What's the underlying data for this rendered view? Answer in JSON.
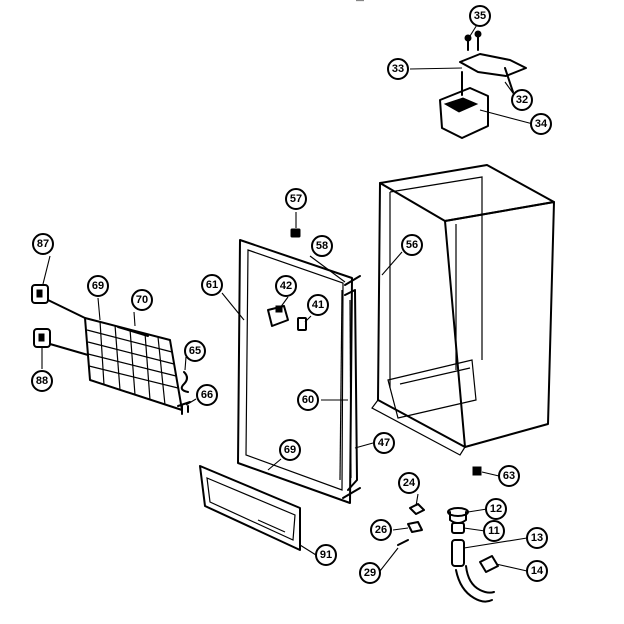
{
  "header_fragment": "—",
  "callouts": [
    {
      "id": "c35",
      "label": "35"
    },
    {
      "id": "c33",
      "label": "33"
    },
    {
      "id": "c32",
      "label": "32"
    },
    {
      "id": "c34",
      "label": "34"
    },
    {
      "id": "c57",
      "label": "57"
    },
    {
      "id": "c58",
      "label": "58"
    },
    {
      "id": "c56",
      "label": "56"
    },
    {
      "id": "c87",
      "label": "87"
    },
    {
      "id": "c69a",
      "label": "69"
    },
    {
      "id": "c70",
      "label": "70"
    },
    {
      "id": "c61",
      "label": "61"
    },
    {
      "id": "c42",
      "label": "42"
    },
    {
      "id": "c41",
      "label": "41"
    },
    {
      "id": "c88",
      "label": "88"
    },
    {
      "id": "c65",
      "label": "65"
    },
    {
      "id": "c66",
      "label": "66"
    },
    {
      "id": "c60",
      "label": "60"
    },
    {
      "id": "c47",
      "label": "47"
    },
    {
      "id": "c69b",
      "label": "69"
    },
    {
      "id": "c63",
      "label": "63"
    },
    {
      "id": "c24",
      "label": "24"
    },
    {
      "id": "c12",
      "label": "12"
    },
    {
      "id": "c11",
      "label": "11"
    },
    {
      "id": "c26",
      "label": "26"
    },
    {
      "id": "c13",
      "label": "13"
    },
    {
      "id": "c91",
      "label": "91"
    },
    {
      "id": "c29",
      "label": "29"
    },
    {
      "id": "c14",
      "label": "14"
    }
  ]
}
